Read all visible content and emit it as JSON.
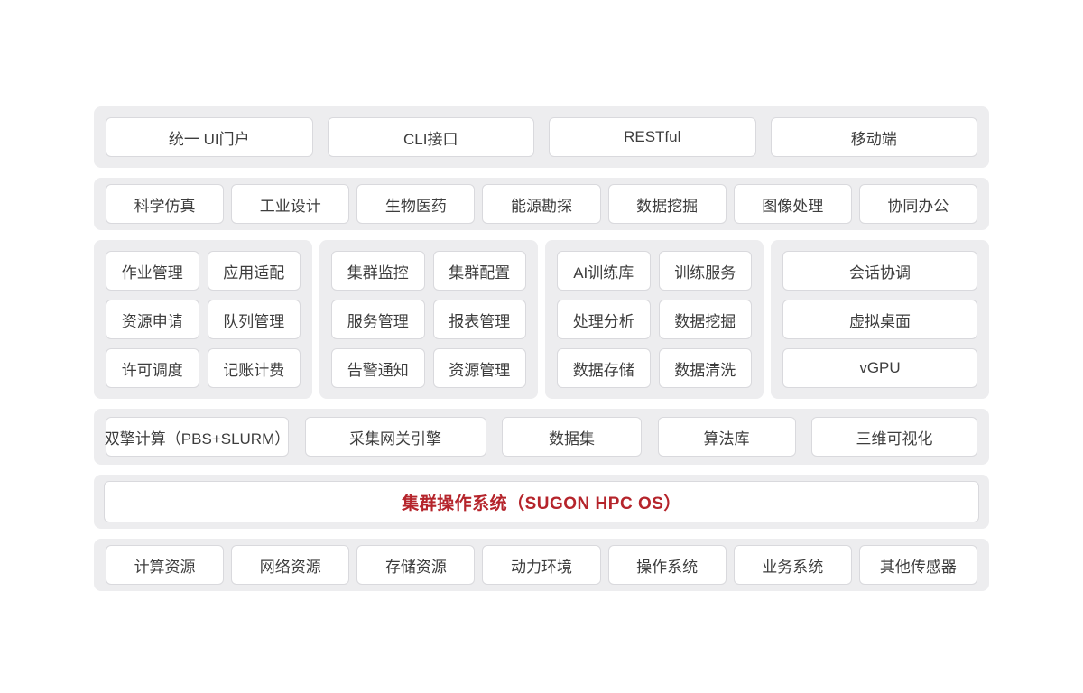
{
  "colors": {
    "page_bg": "#ffffff",
    "band_bg": "#ededef",
    "button_bg": "#ffffff",
    "button_border": "#d9d9dd",
    "text": "#3d3d3d",
    "accent_red": "#b5242b"
  },
  "layers": {
    "access": {
      "items": [
        "统一 UI门户",
        "CLI接口",
        "RESTful",
        "移动端"
      ]
    },
    "applications": {
      "items": [
        "科学仿真",
        "工业设计",
        "生物医药",
        "能源勘探",
        "数据挖掘",
        "图像处理",
        "协同办公"
      ]
    },
    "modules": {
      "groups": [
        {
          "items": [
            "作业管理",
            "应用适配",
            "资源申请",
            "队列管理",
            "许可调度",
            "记账计费"
          ]
        },
        {
          "items": [
            "集群监控",
            "集群配置",
            "服务管理",
            "报表管理",
            "告警通知",
            "资源管理"
          ]
        },
        {
          "items": [
            "AI训练库",
            "训练服务",
            "处理分析",
            "数据挖掘",
            "数据存储",
            "数据清洗"
          ]
        },
        {
          "items": [
            "会话协调",
            "虚拟桌面",
            "vGPU"
          ]
        }
      ]
    },
    "engines": {
      "items": [
        "双擎计算（PBS+SLURM）",
        "采集网关引擎",
        "数据集",
        "算法库",
        "三维可视化"
      ]
    },
    "os": {
      "label": "集群操作系统（SUGON HPC OS）"
    },
    "resources": {
      "items": [
        "计算资源",
        "网络资源",
        "存储资源",
        "动力环境",
        "操作系统",
        "业务系统",
        "其他传感器"
      ]
    }
  }
}
